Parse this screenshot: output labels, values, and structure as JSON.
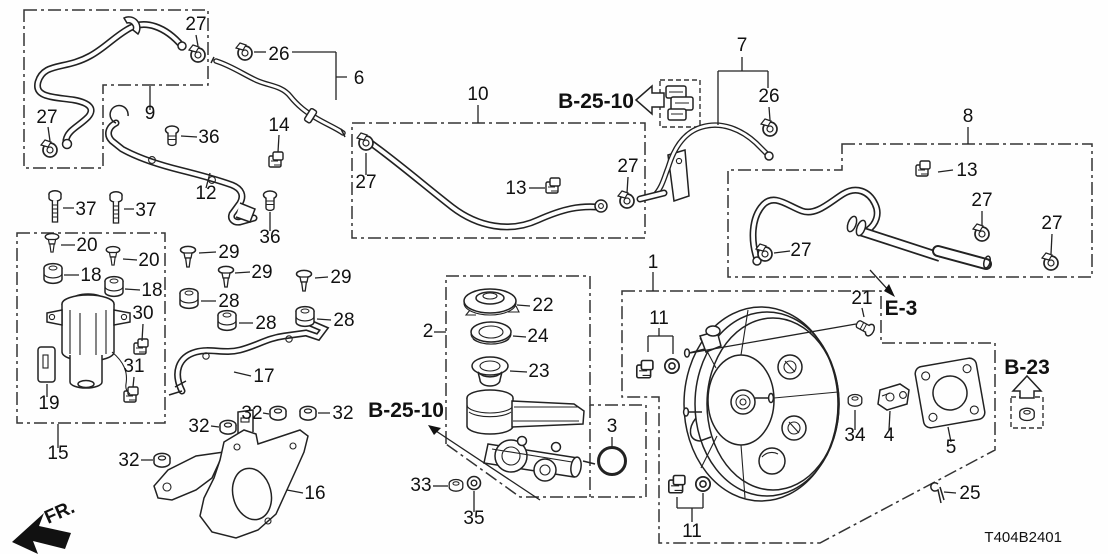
{
  "diagram": {
    "code": "T404B2401",
    "fr_label": "FR.",
    "refs": {
      "b2510_top": "B-25-10",
      "b2510_bottom": "B-25-10",
      "e3": "E-3",
      "b23": "B-23"
    },
    "icons": {
      "b2510_top_arrow": "left-block-arrow",
      "b23_arrow": "up-block-arrow",
      "fr_arrow": "southwest-solid-arrow"
    },
    "callouts": {
      "c1": "1",
      "c2": "2",
      "c3": "3",
      "c4": "4",
      "c5": "5",
      "c6": "6",
      "c7": "7",
      "c8": "8",
      "c9": "9",
      "c10": "10",
      "c11a": "11",
      "c11b": "11",
      "c12": "12",
      "c13a": "13",
      "c13b": "13",
      "c14": "14",
      "c15": "15",
      "c16": "16",
      "c17": "17",
      "c18a": "18",
      "c18b": "18",
      "c19": "19",
      "c20a": "20",
      "c20b": "20",
      "c21": "21",
      "c22": "22",
      "c23": "23",
      "c24": "24",
      "c25": "25",
      "c26a": "26",
      "c26b": "26",
      "c27a": "27",
      "c27b": "27",
      "c27c": "27",
      "c27d": "27",
      "c27e": "27",
      "c27f": "27",
      "c27g": "27",
      "c28a": "28",
      "c28b": "28",
      "c28c": "28",
      "c29a": "29",
      "c29b": "29",
      "c29c": "29",
      "c30": "30",
      "c31": "31",
      "c32a": "32",
      "c32b": "32",
      "c32c": "32",
      "c32d": "32",
      "c33": "33",
      "c34": "34",
      "c35": "35",
      "c36a": "36",
      "c36b": "36",
      "c37a": "37",
      "c37b": "37"
    }
  }
}
